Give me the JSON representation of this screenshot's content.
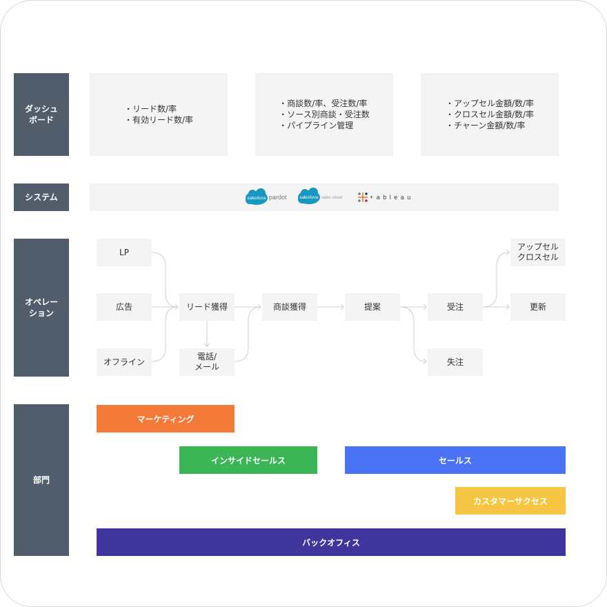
{
  "rows": {
    "dashboard": "ダッシュ\nボード",
    "system": "システム",
    "operation": "オペレー\nション",
    "department": "部門"
  },
  "dashboard": {
    "marketing": [
      "リード数/率",
      "有効リード数/率"
    ],
    "sales": [
      "商談数/率、受注数/率",
      "ソース別商談・受注数",
      "パイプライン管理"
    ],
    "customer": [
      "アップセル金額/数/率",
      "クロスセル金額/数/率",
      "チャーン金額/数/率"
    ]
  },
  "system": {
    "logo1": {
      "badge": "salesforce",
      "product": "pardot"
    },
    "logo2": {
      "badge": "salesforce",
      "product": "sales cloud"
    },
    "logo3": {
      "name": "+ a b l e a u"
    }
  },
  "operation": {
    "lp": "LP",
    "ad": "広告",
    "offline": "オフライン",
    "lead": "リード獲得",
    "call": "電話/\nメール",
    "deal": "商談獲得",
    "proposal": "提案",
    "won": "受注",
    "lost": "失注",
    "upsell": "アップセル\nクロスセル",
    "renew": "更新"
  },
  "departments": {
    "marketing": "マーケティング",
    "inside_sales": "インサイドセールス",
    "sales": "セールス",
    "cs": "カスタマーサクセス",
    "backoffice": "バックオフィス"
  },
  "colors": {
    "label_bg": "#525d6b",
    "marketing": "#f47a3a",
    "inside_sales": "#3cb556",
    "sales": "#4a72f5",
    "cs": "#f6c544",
    "backoffice": "#40359c",
    "salesforce_blue": "#1798c1"
  },
  "icons": [
    "salesforce-cloud-icon",
    "tableau-cross-icon"
  ]
}
